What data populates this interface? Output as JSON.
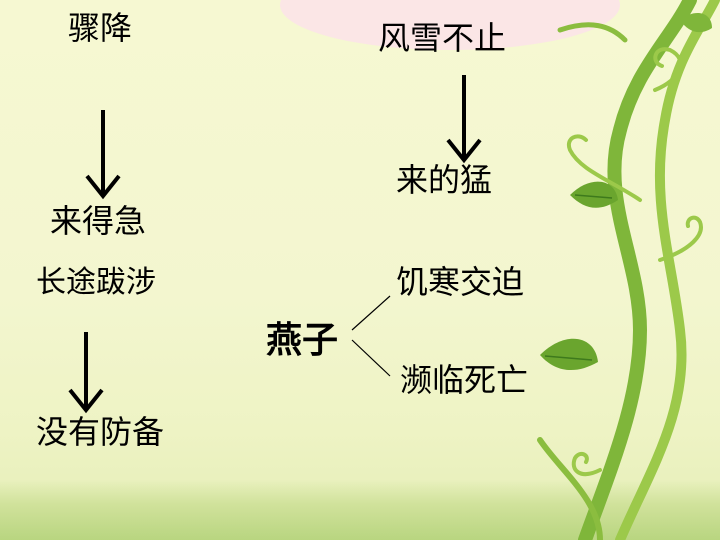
{
  "words": {
    "zhoujiang": "骤降",
    "fengxue": "风雪不止",
    "laidemeng": "来的猛",
    "laideji": "来得急",
    "changtu": "长途跋涉",
    "jihan": "饥寒交迫",
    "yanzi": "燕子",
    "binlin": "濒临死亡",
    "meiyou": "没有防备"
  }
}
